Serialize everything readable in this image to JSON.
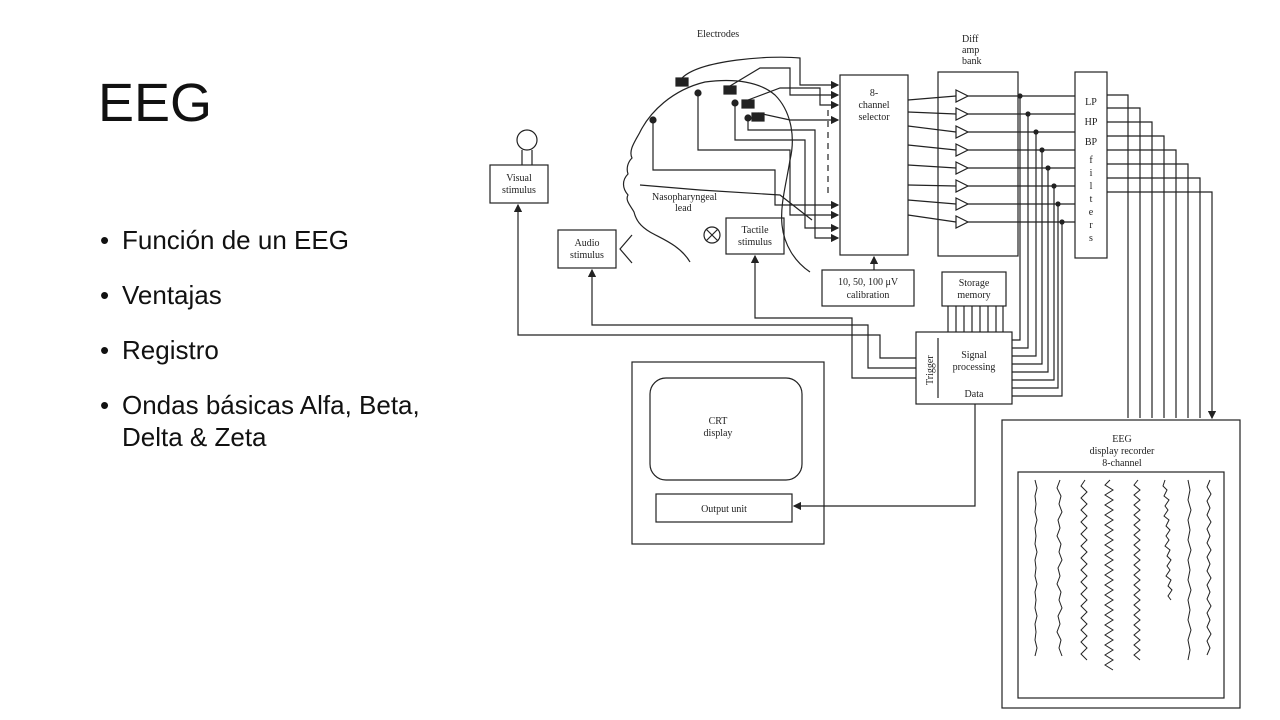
{
  "slide": {
    "title": "EEG",
    "bullets": [
      "Función de un EEG",
      "Ventajas",
      "Registro",
      "Ondas básicas Alfa, Beta, Delta & Zeta"
    ]
  },
  "diagram": {
    "electrodes": "Electrodes",
    "diff_amp_bank": [
      "Diff",
      "amp",
      "bank"
    ],
    "channel_selector": [
      "8-",
      "channel",
      "selector"
    ],
    "visual_stimulus": [
      "Visual",
      "stimulus"
    ],
    "nasopharyngeal_lead": [
      "Nasopharyngeal",
      "lead"
    ],
    "tactile_stimulus": [
      "Tactile",
      "stimulus"
    ],
    "audio_stimulus": [
      "Audio",
      "stimulus"
    ],
    "calibration": [
      "10, 50, 100 μV",
      "calibration"
    ],
    "storage_memory": [
      "Storage",
      "memory"
    ],
    "filters_bank": [
      "LP",
      "HP",
      "BP"
    ],
    "filters_word": [
      "f",
      "i",
      "l",
      "t",
      "e",
      "r",
      "s"
    ],
    "trigger": "Trigger",
    "signal_processing": [
      "Signal",
      "processing"
    ],
    "data": "Data",
    "crt_display": [
      "CRT",
      "display"
    ],
    "output_unit": "Output unit",
    "recorder": [
      "EEG",
      "display recorder",
      "8-channel"
    ]
  }
}
